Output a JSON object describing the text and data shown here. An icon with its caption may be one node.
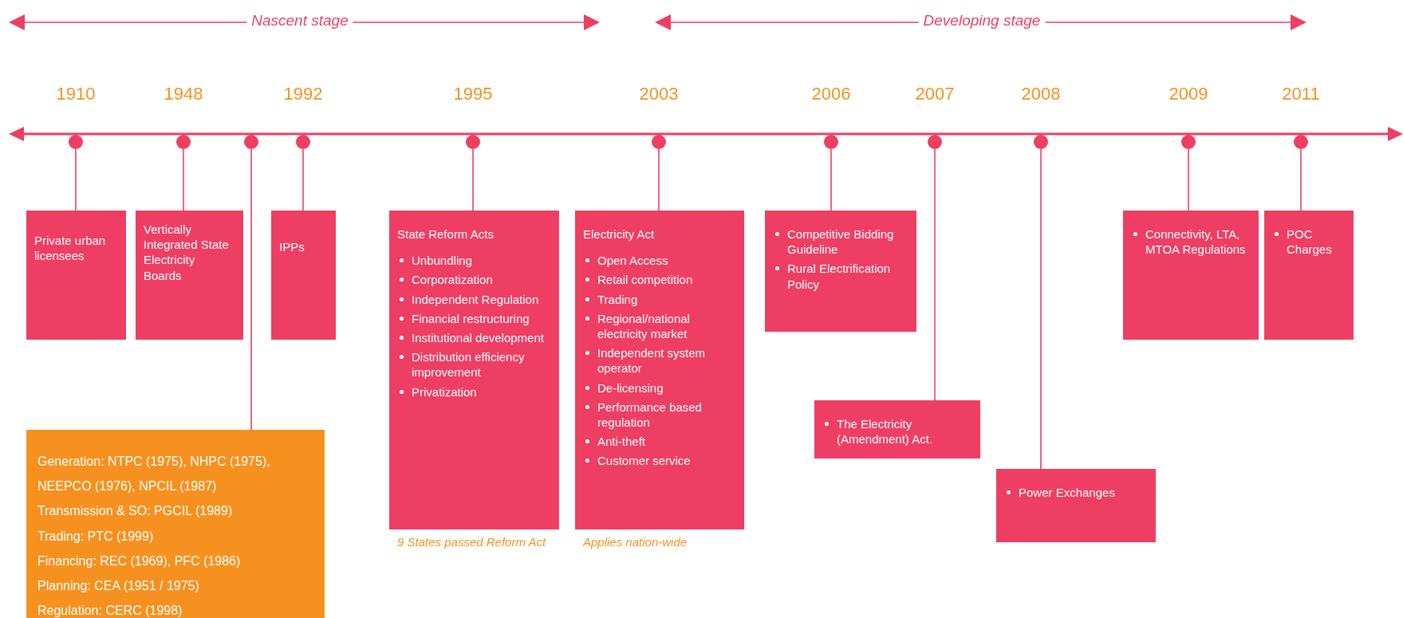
{
  "diagram": {
    "nodes": [
      {
        "text": [],
        "shape": "circle",
        "beside": [
          "1910"
        ]
      },
      {
        "text": [
          "Private urban licensees"
        ]
      },
      {
        "text": [],
        "shape": "circle",
        "beside": [
          "1948"
        ]
      },
      {
        "text": [
          "Vertically Integrated State Electricity Boards"
        ]
      },
      {
        "text": [],
        "shape": "circle"
      },
      {
        "text": [
          "Generation: NTPC (1975), NHPC (1975), NEEPCO (1976), NPCIL (1987)",
          "Transmission & SO: PGCIL (1989)",
          "Trading: PTC (1999)",
          "Financing: REC (1969), PFC (1986)",
          "Planning: CEA (1951 / 1975)",
          "Regulation: CERC (1998)"
        ]
      },
      {
        "text": [],
        "shape": "circle",
        "beside": [
          "1992"
        ]
      },
      {
        "text": [
          "IPPs"
        ]
      },
      {
        "text": [],
        "shape": "circle",
        "beside": [
          "1995"
        ]
      },
      {
        "text": [
          "State Reform Acts",
          "Unbundling",
          "Corporatization",
          "Independent Regulation",
          "Financial restructuring",
          "Institutional development",
          "Distribution efficiency improvement",
          "Privatization"
        ],
        "beside": [
          "9 States passed Reform Act"
        ]
      },
      {
        "text": [],
        "shape": "circle",
        "beside": [
          "2003"
        ]
      },
      {
        "text": [
          "Electricity Act",
          "Open Access",
          "Retail competition",
          "Trading",
          "Regional/national electricity market",
          "Independent system operator",
          "De-licensing",
          "Performance based regulation",
          "Anti-theft",
          "Customer service"
        ],
        "beside": [
          "Applies nation-wide"
        ]
      },
      {
        "text": [],
        "shape": "circle",
        "beside": [
          "2006"
        ]
      },
      {
        "text": [
          "Competitive Bidding Guideline",
          "Rural Electrification Policy"
        ]
      },
      {
        "text": [],
        "shape": "circle",
        "beside": [
          "2007"
        ]
      },
      {
        "text": [
          "The Electricity (Amendment) Act."
        ]
      },
      {
        "text": [],
        "shape": "circle",
        "beside": [
          "2008"
        ]
      },
      {
        "text": [
          "Power Exchanges"
        ]
      },
      {
        "text": [],
        "shape": "circle",
        "beside": [
          "2009"
        ]
      },
      {
        "text": [
          "Connectivity, LTA, MTOA Regulations"
        ]
      },
      {
        "text": [],
        "shape": "circle",
        "beside": [
          "2011"
        ]
      },
      {
        "text": [
          "POC Charges"
        ]
      }
    ],
    "edges": [
      {
        "from": 0,
        "to": 1,
        "arrow": "none"
      },
      {
        "from": 2,
        "to": 3,
        "arrow": "none"
      },
      {
        "from": 4,
        "to": 5,
        "arrow": "none"
      },
      {
        "from": 6,
        "to": 7,
        "arrow": "none"
      },
      {
        "from": 8,
        "to": 9,
        "arrow": "none"
      },
      {
        "from": 10,
        "to": 11,
        "arrow": "none"
      },
      {
        "from": 12,
        "to": 13,
        "arrow": "none"
      },
      {
        "from": 14,
        "to": 15,
        "arrow": "none"
      },
      {
        "from": 16,
        "to": 17,
        "arrow": "none"
      },
      {
        "from": 18,
        "to": 19,
        "arrow": "none"
      },
      {
        "from": 20,
        "to": 21,
        "arrow": "none"
      }
    ],
    "labels": [
      "Nascent stage",
      "Developing stage"
    ]
  }
}
